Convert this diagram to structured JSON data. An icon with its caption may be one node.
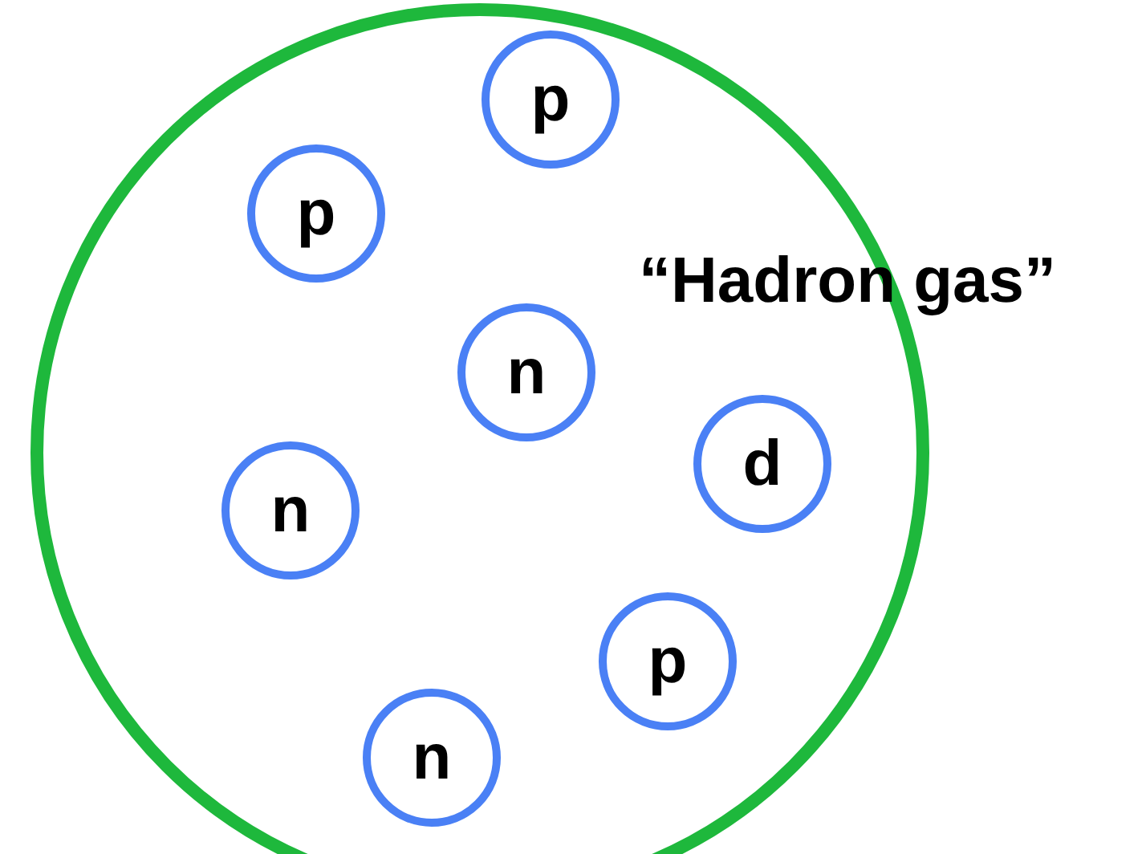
{
  "diagram": {
    "nodes": [
      {
        "text": [
          "“Hadron gas”"
        ]
      },
      {
        "text": [
          "p"
        ],
        "in": 0
      },
      {
        "text": [
          "p"
        ],
        "in": 0
      },
      {
        "text": [
          "n"
        ],
        "in": 0
      },
      {
        "text": [
          "d"
        ],
        "in": 0
      },
      {
        "text": [
          "n"
        ],
        "in": 0
      },
      {
        "text": [
          "p"
        ],
        "in": 0
      },
      {
        "text": [
          "n"
        ],
        "in": 0
      }
    ]
  }
}
